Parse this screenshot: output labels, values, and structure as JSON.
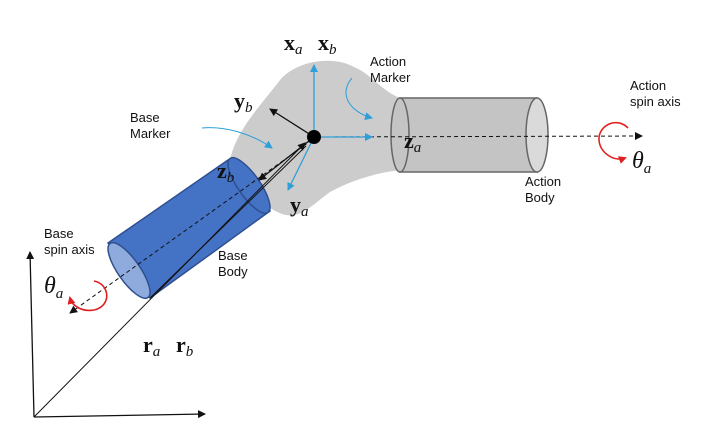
{
  "labels": {
    "action_marker": [
      "Action",
      "Marker"
    ],
    "base_marker": [
      "Base",
      "Marker"
    ],
    "action_spin_axis": [
      "Action",
      "spin axis"
    ],
    "base_spin_axis": [
      "Base",
      "spin axis"
    ],
    "action_body": [
      "Action",
      "Body"
    ],
    "base_body": [
      "Base",
      "Body"
    ]
  },
  "vectors": {
    "xa": {
      "main": "x",
      "sub": "a"
    },
    "xb": {
      "main": "x",
      "sub": "b"
    },
    "yb": {
      "main": "y",
      "sub": "b"
    },
    "za": {
      "main": "z",
      "sub": "a"
    },
    "zb": {
      "main": "z",
      "sub": "b"
    },
    "ya": {
      "main": "y",
      "sub": "a"
    },
    "ra": {
      "main": "r",
      "sub": "a"
    },
    "rb": {
      "main": "r",
      "sub": "b"
    }
  },
  "theta": {
    "action": {
      "main": "θ",
      "sub": "a"
    },
    "base": {
      "main": "θ",
      "sub": "a"
    }
  },
  "colors": {
    "blob": "#cccccc",
    "action_cylinder": "#c4c4c4",
    "action_cylinder_edge": "#666666",
    "base_cylinder": "#4472c4",
    "base_cylinder_end": "#8faadc",
    "base_cylinder_edge": "#2f4f8f",
    "marker_vectors": "#2e9fd8",
    "spin_arrow": "#e02020"
  }
}
